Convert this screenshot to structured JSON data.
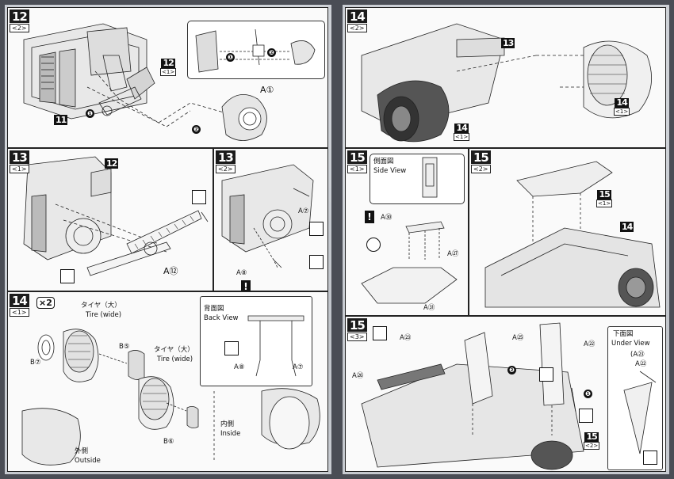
{
  "step12": {
    "number": "12",
    "sub": "<2>",
    "ref_num": "12",
    "ref_sub": "<1>",
    "part_a1": "A①",
    "part_label_11": "11",
    "circle_1": "❶",
    "circle_2": "❷"
  },
  "step13a": {
    "number": "13",
    "sub": "<1>",
    "ref_num": "12",
    "part": "A⑫"
  },
  "step13b": {
    "number": "13",
    "sub": "<2>",
    "part_a7_top": "A⑦",
    "part_a8": "A⑧",
    "back_view_jp": "背面図",
    "back_view": "Back View",
    "part_a8_b": "A⑧",
    "part_a7_b": "A⑦"
  },
  "step14a": {
    "number": "14",
    "sub": "<1>",
    "qty": "×2",
    "tire_jp_1": "タイヤ（大）",
    "tire_en_1": "Tire (wide)",
    "tire_jp_2": "タイヤ（大）",
    "tire_en_2": "Tire (wide)",
    "part_b7": "B⑦",
    "part_b5": "B⑤",
    "part_b6": "B⑥",
    "outside_jp": "外側",
    "outside": "Outside",
    "inside_jp": "内側",
    "inside": "Inside"
  },
  "step14b": {
    "number": "14",
    "sub": "<2>",
    "ref_13": "13",
    "ref_14a": "14",
    "ref_14a_sub": "<1>",
    "ref_14b": "14",
    "ref_14b_sub": "<1>"
  },
  "step15a": {
    "number": "15",
    "sub": "<1>",
    "side_view_jp": "側面図",
    "side_view": "Side View",
    "part_a37": "A㉚",
    "part_a33": "A㉗",
    "part_a38": "A㉛"
  },
  "step15b": {
    "number": "15",
    "sub": "<2>",
    "ref_15": "15",
    "ref_15_sub": "<1>",
    "ref_14": "14"
  },
  "step15c": {
    "number": "15",
    "sub": "<3>",
    "part_a23": "A㉓",
    "part_a31": "A㉕",
    "part_a22": "A㉒",
    "part_a32": "A㉖",
    "circle_1": "❶",
    "circle_2": "❷",
    "ref_15": "15",
    "ref_15_sub": "<2>",
    "under_view_jp": "下面図",
    "under_view": "Under View",
    "under_a23": "(A㉓",
    "under_a22": "A㉒"
  }
}
